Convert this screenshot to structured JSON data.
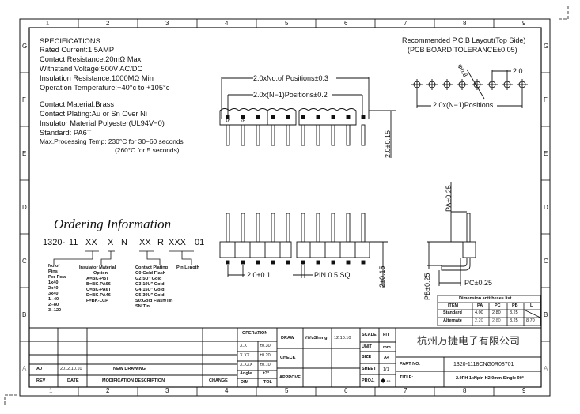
{
  "frame": {
    "column_labels": [
      "1",
      "2",
      "3",
      "4",
      "5",
      "6",
      "7",
      "8",
      "9"
    ],
    "row_labels_left": [
      "G",
      "F",
      "E",
      "D",
      "C",
      "B",
      "A"
    ],
    "row_labels_right": [
      "G",
      "F",
      "E",
      "D",
      "C",
      "B",
      "A"
    ]
  },
  "specifications": {
    "title": "SPECIFICATIONS",
    "lines": [
      "Rated Current:1.5AMP",
      "Contact Resistance:20mΩ Max",
      "Withstand Voltage:500V AC/DC",
      "Insulation Resistance:1000MΩ Min",
      "Operation Temperature:−40°c to +105°c"
    ],
    "materials": [
      "Contact Material:Brass",
      "Contact Plating:Au or Sn Over Ni",
      "Insulator Material:Polyester(UL94V−0)",
      "Standard:   PA6T",
      "Max.Processing Temp: 230°C for 30−60 seconds",
      "(260°C for 5 seconds)"
    ]
  },
  "pcb_layout": {
    "title": "Recommended P.C.B Layout(Top Side)",
    "subtitle": "(PCB BOARD TOLERANCE±0.05)",
    "hole_label": "Φ0.8",
    "pitch_label": "2.0",
    "span_label": "2.0x(N−1)Positions"
  },
  "top_view": {
    "overall_label": "2.0xNo.of Positions±0.3",
    "span_label": "2.0x(N−1)Positions±0.2",
    "height_label": "2.0±0.15",
    "pin1": "1P",
    "pin2": "2P"
  },
  "front_view": {
    "pitch_label": "2.0±0.1",
    "pin_label": "PIN 0.5 SQ",
    "height_label": "2±0.15"
  },
  "side_view": {
    "pa_label": "PA±0.25",
    "pb_label": "PB±0.25",
    "pc_label": "PC±0.25"
  },
  "ordering": {
    "title": "Ordering Information",
    "code_parts": [
      "1320-",
      "11",
      "XX",
      "X",
      "N",
      "XX",
      "R",
      "XXX",
      "01"
    ],
    "pins": {
      "header": [
        "No.of",
        "Pins",
        "Per Row"
      ],
      "options": [
        "1x40",
        "2x40",
        "3x40",
        "1--40",
        "2--80",
        "3--120"
      ]
    },
    "insulator": {
      "header": [
        "Insulator Material",
        "Option"
      ],
      "options": [
        "A=BK-PBT",
        "B=BK-PA66",
        "C=BK-PA6T",
        "D=BK-PA46",
        "F=BK-LCP"
      ]
    },
    "plating": {
      "header": "Contact Plating",
      "options": [
        "G0:Gold Flash",
        "G2:5U\" Gold",
        "G3:10U\" Gold",
        "G4:15U\" Gold",
        "G5:30U\" Gold",
        "S0:Gold Flash/Tin",
        "SN:Tin"
      ]
    },
    "pin_length": "Pin Length"
  },
  "dimension_table": {
    "title": "Dimension antitheses list",
    "headers": [
      "ITEM",
      "PA",
      "PC",
      "PB",
      "L"
    ],
    "rows": [
      [
        "Standard",
        "4.00",
        "2.80",
        "3.25",
        ""
      ],
      [
        "Alternate",
        "2.20",
        "2.80",
        "3.25",
        "8.70"
      ]
    ]
  },
  "revision_block": {
    "headers": [
      "REV",
      "DATE",
      "MODIFICATION DESCRIPTION",
      "CHANGE"
    ],
    "rows": [
      [
        "A0",
        "2012.10.10",
        "NEW DRAWING",
        ""
      ]
    ]
  },
  "tolerance_block": {
    "title": "OPERATION",
    "rows": [
      [
        "X.X",
        "±0.30"
      ],
      [
        "X.XX",
        "±0.20"
      ],
      [
        "X.XXX",
        "±0.10"
      ],
      [
        "Angle",
        "±3°"
      ]
    ],
    "footer": [
      "DIM",
      "TOL"
    ]
  },
  "approval_block": {
    "draw_label": "DRAW",
    "draw_name": "YiYuSheng",
    "draw_date": "12.10.10",
    "check_label": "CHECK",
    "approve_label": "APPROVE"
  },
  "info_block": {
    "scale_label": "SCALE",
    "scale": "FIT",
    "unit_label": "UNIT",
    "unit": "mm",
    "size_label": "SIZE",
    "size": "A4",
    "sheet_label": "SHEET",
    "sheet": "1/1",
    "proj_label": "PROJ.",
    "proj": "◆⇔"
  },
  "company": "杭州万捷电子有限公司",
  "part_no_label": "PART NO.",
  "part_no": "1320-1118CNG0R08701",
  "title_label": "TITLE:",
  "title_value": "2.0PH 1xNpin H2.0mm Single 90°"
}
